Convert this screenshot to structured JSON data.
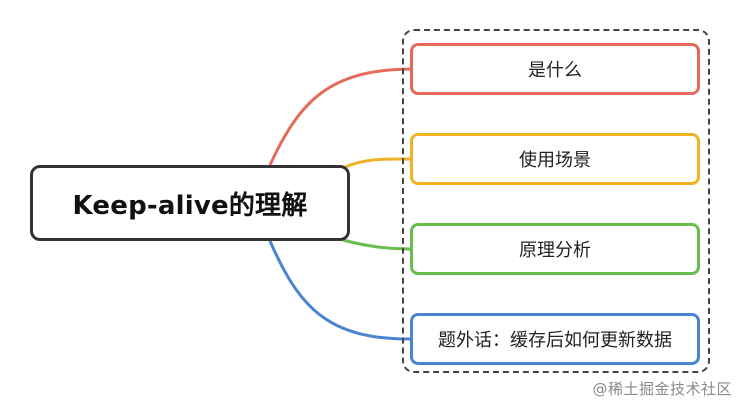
{
  "mindmap": {
    "root": {
      "label": "Keep-alive的理解"
    },
    "children": [
      {
        "label": "是什么",
        "color": "#e66a5a"
      },
      {
        "label": "使用场景",
        "color": "#f0b325"
      },
      {
        "label": "原理分析",
        "color": "#6abd4c"
      },
      {
        "label": "题外话：缓存后如何更新数据",
        "color": "#4a86d0"
      }
    ]
  },
  "watermark": {
    "text": "@稀土掘金技术社区"
  }
}
